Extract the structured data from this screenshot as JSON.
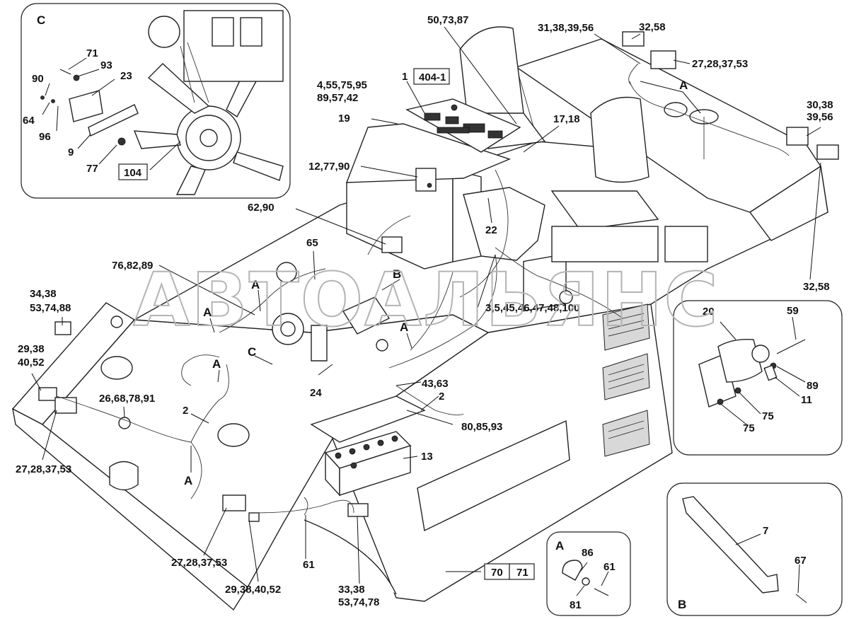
{
  "watermark": "АВТОАЛЬЯНС",
  "insets": {
    "c": {
      "letter": "C",
      "labels": [
        "71",
        "93",
        "90",
        "23",
        "64",
        "96",
        "9",
        "77"
      ],
      "ref_box": "104"
    },
    "engine_inset_right": {
      "labels": [
        "20",
        "59",
        "89",
        "11",
        "75",
        "75"
      ]
    },
    "a": {
      "letter": "A",
      "labels": [
        "86",
        "61",
        "81"
      ]
    },
    "b": {
      "letter": "B",
      "labels": [
        "7",
        "67"
      ]
    }
  },
  "ref_boxes": {
    "panel": "404-1",
    "bottom_left": "70",
    "bottom_right": "71"
  },
  "callouts": {
    "c50_73_87": "50,73,87",
    "c31_38_39_56": "31,38,39,56",
    "c32_58_top": "32,58",
    "c27_28_37_53_top": "27,28,37,53",
    "c1": "1",
    "c4_55_75_95": "4,55,75,95",
    "c89_57_42": "89,57,42",
    "c19": "19",
    "c17_18": "17,18",
    "c30_38": "30,38",
    "c39_56": "39,56",
    "c12_77_90": "12,77,90",
    "c62_90": "62,90",
    "c22": "22",
    "c65": "65",
    "c76_82_89": "76,82,89",
    "c34_38": "34,38",
    "c53_74_88": "53,74,88",
    "c32_58_right": "32,58",
    "c3_5": "3,5,45,46,47,48,100",
    "c29_38": "29,38",
    "c40_52": "40,52",
    "c24": "24",
    "c43_63": "43,63",
    "c2_right": "2",
    "c26_68": "26,68,78,91",
    "c2_left": "2",
    "c80_85_93": "80,85,93",
    "c13": "13",
    "c27_28_37_53_left": "27,28,37,53",
    "c27_28_37_53_bottom": "27,28,37,53",
    "c61": "61",
    "c29_38_40_52": "29,38,40,52",
    "c33_38": "33,38",
    "c53_74_78": "53,74,78"
  },
  "view_markers": {
    "a1": "A",
    "a2": "A",
    "a3": "A",
    "a4": "A",
    "a5": "A",
    "a6": "A",
    "b": "B",
    "c": "C"
  }
}
